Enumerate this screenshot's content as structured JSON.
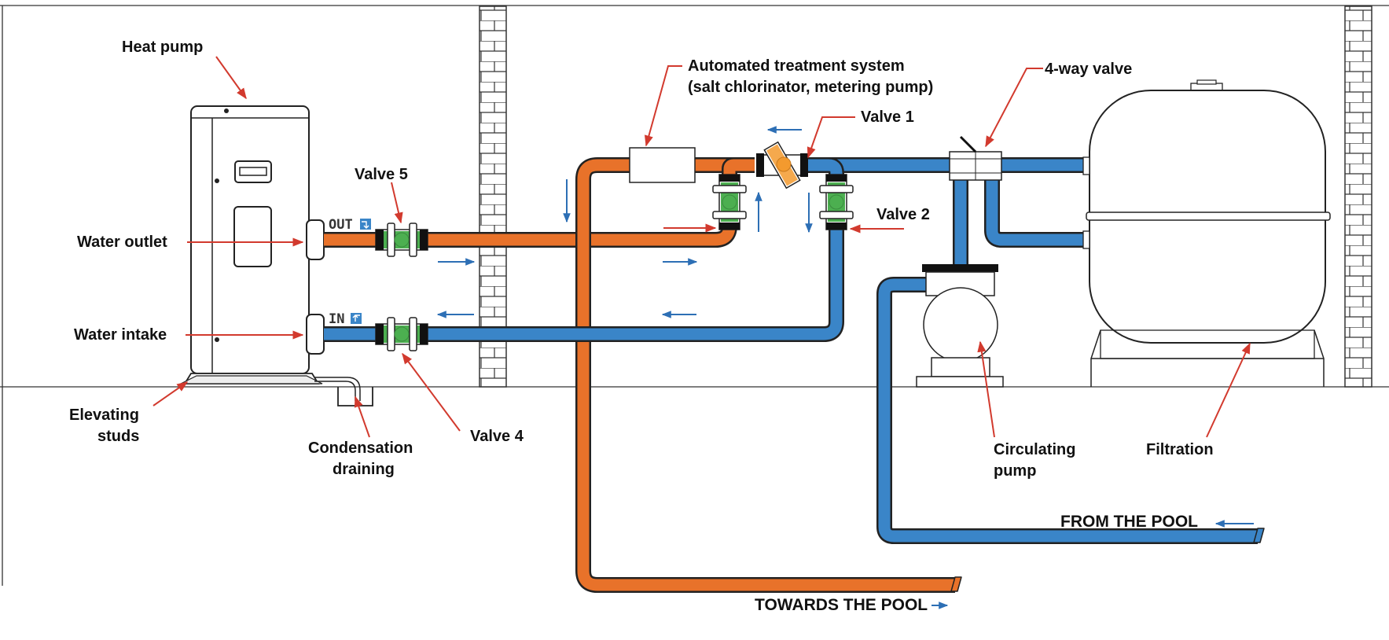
{
  "labels": {
    "heat_pump": "Heat pump",
    "water_outlet": "Water outlet",
    "water_intake": "Water intake",
    "elevating_studs_1": "Elevating",
    "elevating_studs_2": "studs",
    "condensation_1": "Condensation",
    "condensation_2": "draining",
    "valve_5": "Valve 5",
    "valve_4": "Valve 4",
    "valve_1": "Valve 1",
    "valve_2": "Valve 2",
    "treatment_1": "Automated treatment system",
    "treatment_2": "(salt chlorinator, metering pump)",
    "four_way_valve": "4-way valve",
    "circulating_pump_1": "Circulating",
    "circulating_pump_2": "pump",
    "filtration": "Filtration",
    "from_pool": "FROM THE POOL",
    "towards_pool": "TOWARDS THE POOL",
    "out_tag": "OUT",
    "in_tag": "IN"
  },
  "colors": {
    "hot_pipe": "#E8722A",
    "cold_pipe": "#3A85C8",
    "pointer": "#D23A2E",
    "flow_arrow": "#2D6FB5",
    "valve_open": "#4CAF50",
    "valve_closed": "#F39A2E",
    "outline": "#222222"
  },
  "icons": [
    "heat-pump-icon",
    "valve-icon",
    "pump-icon",
    "filter-tank-icon",
    "brick-wall-icon",
    "flow-arrow-icon"
  ]
}
